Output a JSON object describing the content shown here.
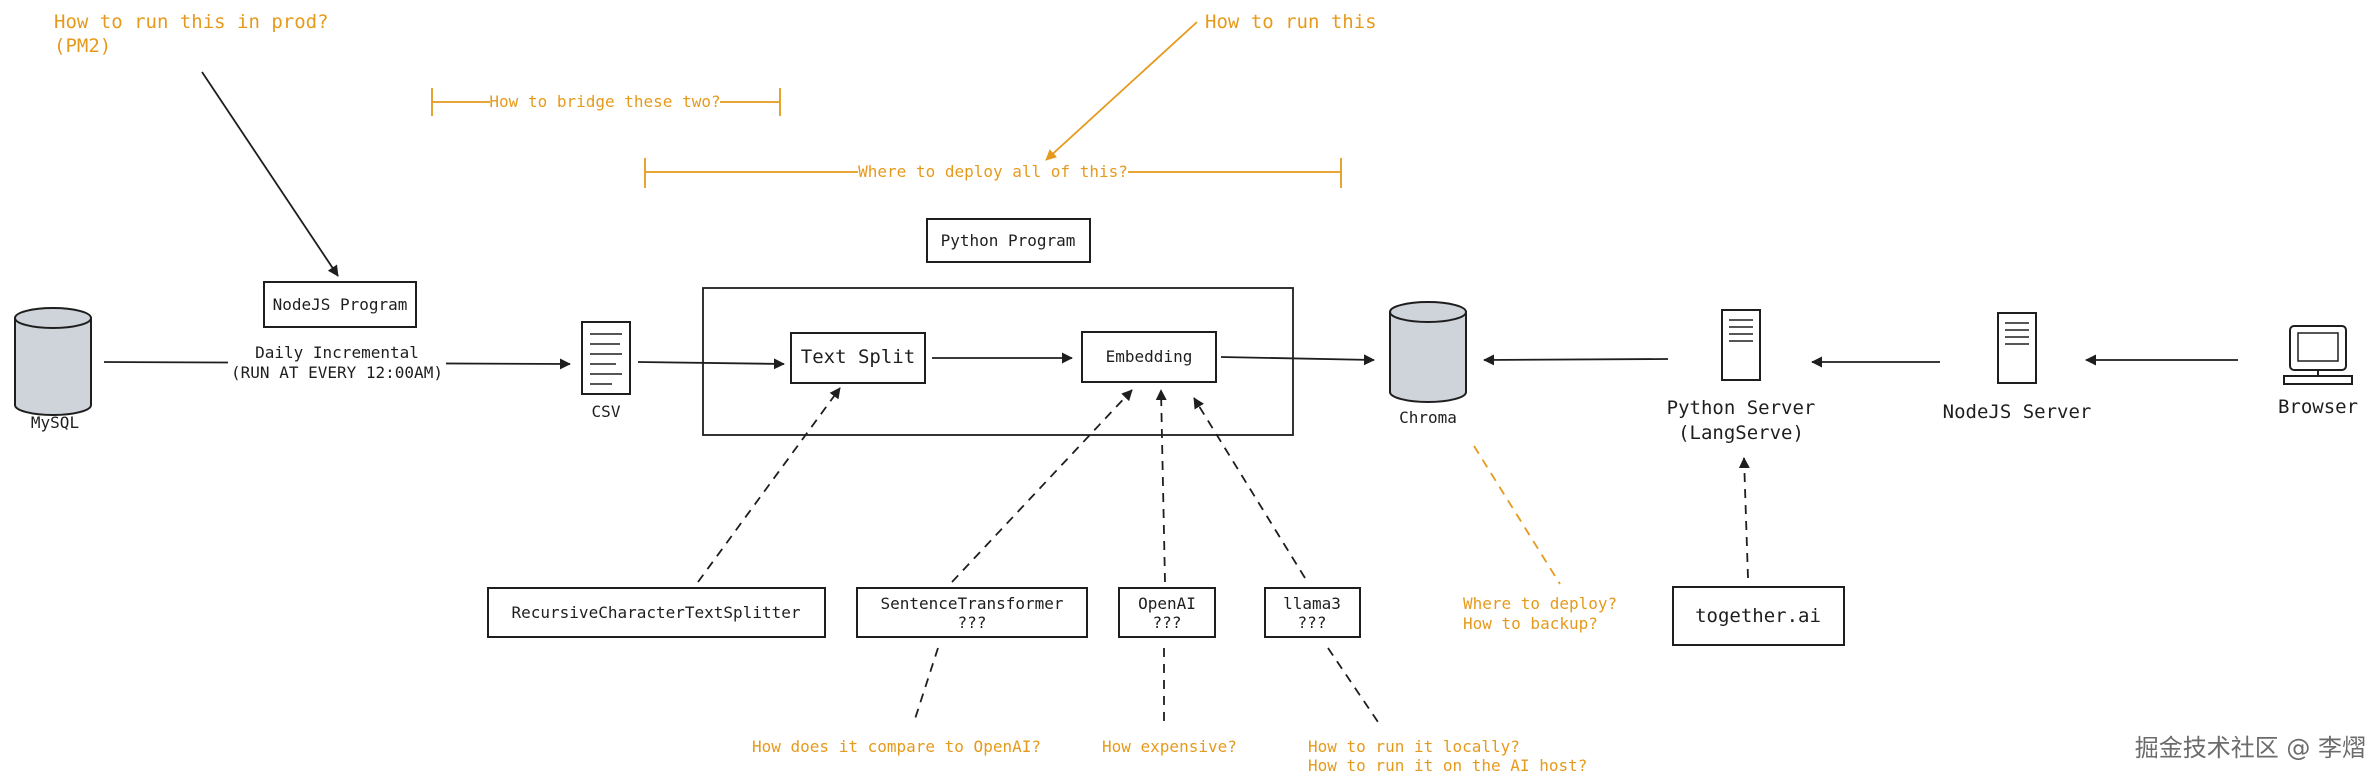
{
  "nodes": {
    "mysql": "MySQL",
    "nodejs_program": "NodeJS Program",
    "daily_incremental_line1": "Daily Incremental",
    "daily_incremental_line2": "(RUN AT EVERY 12:00AM)",
    "csv": "CSV",
    "python_program": "Python Program",
    "text_split": "Text Split",
    "embedding": "Embedding",
    "chroma": "Chroma",
    "python_server_line1": "Python Server",
    "python_server_line2": "(LangServe)",
    "nodejs_server": "NodeJS Server",
    "browser": "Browser",
    "recursive_splitter": "RecursiveCharacterTextSplitter",
    "sentence_transformer_line1": "SentenceTransformer",
    "sentence_transformer_line2": "???",
    "openai_line1": "OpenAI",
    "openai_line2": "???",
    "llama3_line1": "llama3",
    "llama3_line2": "???",
    "together_ai": "together.ai"
  },
  "notes": {
    "run_in_prod_line1": "How to run this in prod?",
    "run_in_prod_line2": "(PM2)",
    "how_to_run_this": "How to run this",
    "bridge_two": "How to bridge these two?",
    "deploy_all": "Where to deploy all of this?",
    "chroma_deploy_line1": "Where to deploy?",
    "chroma_deploy_line2": "How to backup?",
    "compare_openai": "How does it compare to OpenAI?",
    "how_expensive": "How expensive?",
    "run_locally_line1": "How to run it locally?",
    "run_locally_line2": "How to run it on the AI host?"
  },
  "watermark": "掘金技术社区 @ 李熠",
  "colors": {
    "annotation": "#e69a1c",
    "stroke": "#1e1e1e",
    "cylinder_fill": "#ced4da"
  }
}
